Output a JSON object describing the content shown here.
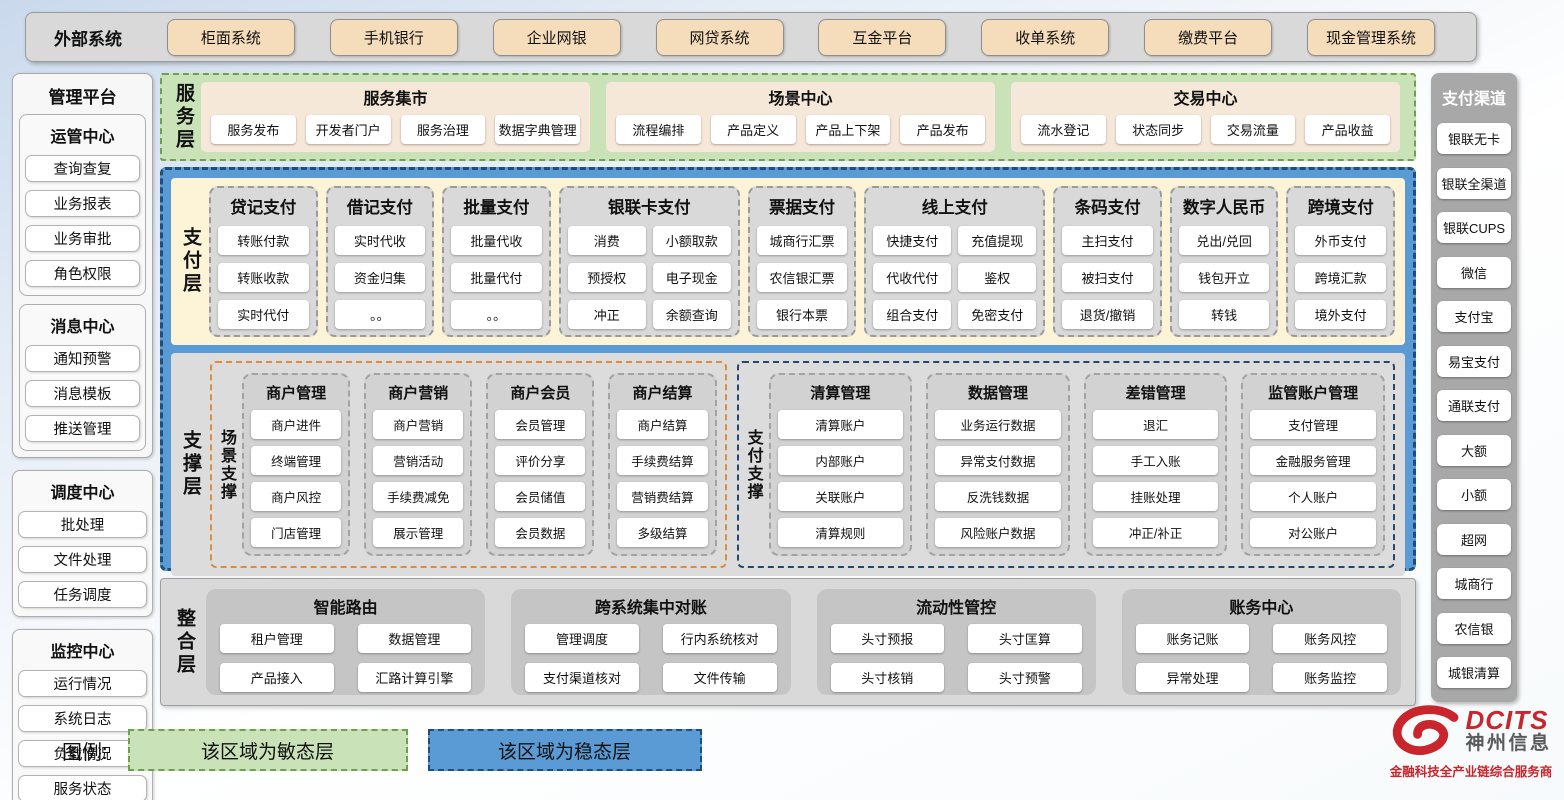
{
  "colors": {
    "agile_green": "#c9e2b8",
    "stable_blue": "#5b9bd5",
    "external_tan": "#f5dcba",
    "service_panel_tan": "#f6e8d9",
    "payment_cream": "#fdf3d6",
    "panel_gray": "#d9d9d9",
    "scene_zone_orange": "#e08a3c",
    "pay_zone_navy": "#24476e",
    "brand_red": "#c9252c"
  },
  "external_systems": {
    "label": "外部系统",
    "items": [
      "柜面系统",
      "手机银行",
      "企业网银",
      "网贷系统",
      "互金平台",
      "收单系统",
      "缴费平台",
      "现金管理系统"
    ]
  },
  "management_platform": {
    "title": "管理平台",
    "sections": [
      {
        "title": "运管中心",
        "items": [
          "查询查复",
          "业务报表",
          "业务审批",
          "角色权限"
        ]
      },
      {
        "title": "消息中心",
        "items": [
          "通知预警",
          "消息模板",
          "推送管理"
        ]
      },
      {
        "title": "调度中心",
        "items": [
          "批处理",
          "文件处理",
          "任务调度"
        ]
      },
      {
        "title": "监控中心",
        "items": [
          "运行情况",
          "系统日志",
          "负载情况",
          "服务状态"
        ]
      }
    ]
  },
  "service_layer": {
    "label": "服务层",
    "groups": [
      {
        "title": "服务集市",
        "items": [
          "服务发布",
          "开发者门户",
          "服务治理",
          "数据字典管理"
        ]
      },
      {
        "title": "场景中心",
        "items": [
          "流程编排",
          "产品定义",
          "产品上下架",
          "产品发布"
        ]
      },
      {
        "title": "交易中心",
        "items": [
          "流水登记",
          "状态同步",
          "交易流量",
          "产品收益"
        ]
      }
    ]
  },
  "payment_layer": {
    "label": "支付层",
    "columns": [
      {
        "title": "贷记支付",
        "cols": 1,
        "items": [
          "转账付款",
          "转账收款",
          "实时代付"
        ]
      },
      {
        "title": "借记支付",
        "cols": 1,
        "items": [
          "实时代收",
          "资金归集",
          "。。"
        ]
      },
      {
        "title": "批量支付",
        "cols": 1,
        "items": [
          "批量代收",
          "批量代付",
          "。。"
        ]
      },
      {
        "title": "银联卡支付",
        "cols": 2,
        "items": [
          "消费",
          "小额取款",
          "预授权",
          "电子现金",
          "冲正",
          "余额查询"
        ]
      },
      {
        "title": "票据支付",
        "cols": 1,
        "items": [
          "城商行汇票",
          "农信银汇票",
          "银行本票"
        ]
      },
      {
        "title": "线上支付",
        "cols": 2,
        "items": [
          "快捷支付",
          "充值提现",
          "代收代付",
          "鉴权",
          "组合支付",
          "免密支付"
        ]
      },
      {
        "title": "条码支付",
        "cols": 1,
        "items": [
          "主扫支付",
          "被扫支付",
          "退货/撤销"
        ]
      },
      {
        "title": "数字人民币",
        "cols": 1,
        "items": [
          "兑出/兑回",
          "钱包开立",
          "转钱"
        ]
      },
      {
        "title": "跨境支付",
        "cols": 1,
        "items": [
          "外币支付",
          "跨境汇款",
          "境外支付"
        ]
      }
    ]
  },
  "support_layer": {
    "label": "支撑层",
    "zones": [
      {
        "label": "场景支撑",
        "columns": [
          {
            "title": "商户管理",
            "items": [
              "商户进件",
              "终端管理",
              "商户风控",
              "门店管理"
            ]
          },
          {
            "title": "商户营销",
            "items": [
              "商户营销",
              "营销活动",
              "手续费减免",
              "展示管理"
            ]
          },
          {
            "title": "商户会员",
            "items": [
              "会员管理",
              "评价分享",
              "会员储值",
              "会员数据"
            ]
          },
          {
            "title": "商户结算",
            "items": [
              "商户结算",
              "手续费结算",
              "营销费结算",
              "多级结算"
            ]
          }
        ]
      },
      {
        "label": "支付支撑",
        "columns": [
          {
            "title": "清算管理",
            "items": [
              "清算账户",
              "内部账户",
              "关联账户",
              "清算规则"
            ]
          },
          {
            "title": "数据管理",
            "items": [
              "业务运行数据",
              "异常支付数据",
              "反洗钱数据",
              "风险账户数据"
            ]
          },
          {
            "title": "差错管理",
            "items": [
              "退汇",
              "手工入账",
              "挂账处理",
              "冲正/补正"
            ]
          },
          {
            "title": "监管账户管理",
            "items": [
              "支付管理",
              "金融服务管理",
              "个人账户",
              "对公账户"
            ]
          }
        ]
      }
    ]
  },
  "integration_layer": {
    "label": "整合层",
    "groups": [
      {
        "title": "智能路由",
        "items": [
          "租户管理",
          "数据管理",
          "产品接入",
          "汇路计算引擎"
        ]
      },
      {
        "title": "跨系统集中对账",
        "items": [
          "管理调度",
          "行内系统核对",
          "支付渠道核对",
          "文件传输"
        ]
      },
      {
        "title": "流动性管控",
        "items": [
          "头寸预报",
          "头寸匡算",
          "头寸核销",
          "头寸预警"
        ]
      },
      {
        "title": "账务中心",
        "items": [
          "账务记账",
          "账务风控",
          "异常处理",
          "账务监控"
        ]
      }
    ]
  },
  "payment_channels": {
    "title": "支付渠道",
    "items": [
      "银联无卡",
      "银联全渠道",
      "银联CUPS",
      "微信",
      "支付宝",
      "易宝支付",
      "通联支付",
      "大额",
      "小额",
      "超网",
      "城商行",
      "农信银",
      "城银清算"
    ]
  },
  "legend": {
    "label": "图例:",
    "agile": "该区域为敏态层",
    "stable": "该区域为稳态层"
  },
  "logo": {
    "brand": "DCITS",
    "company": "神州信息",
    "tagline": "金融科技全产业链综合服务商"
  }
}
